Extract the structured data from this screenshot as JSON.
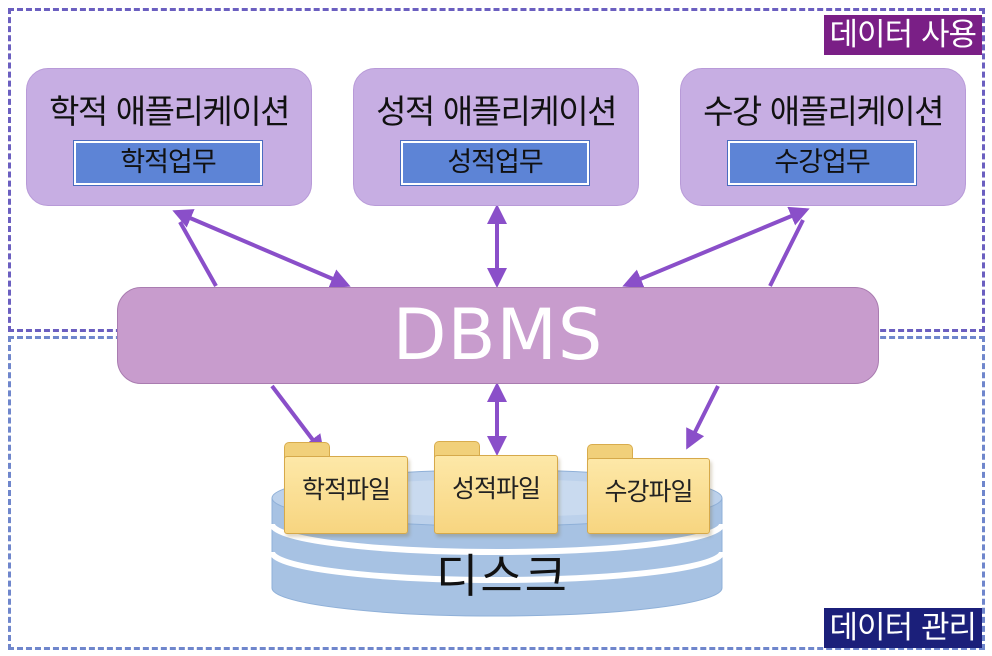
{
  "regions": {
    "usage_label": "데이터 사용",
    "management_label": "데이터 관리"
  },
  "applications": [
    {
      "title": "학적 애플리케이션",
      "task": "학적업무"
    },
    {
      "title": "성적 애플리케이션",
      "task": "성적업무"
    },
    {
      "title": "수강 애플리케이션",
      "task": "수강업무"
    }
  ],
  "dbms": {
    "label": "DBMS"
  },
  "files": [
    {
      "label": "학적파일"
    },
    {
      "label": "성적파일"
    },
    {
      "label": "수강파일"
    }
  ],
  "disk": {
    "label": "디스크"
  },
  "colors": {
    "usage_border": "#6b5fc0",
    "management_border": "#6f86cc",
    "usage_tag": "#7a1f86",
    "management_tag": "#1b1f7a",
    "application_box": "#c7aee3",
    "task_box": "#5d84d6",
    "dbms_box": "#c89ccd",
    "arrow": "#8a4fc9",
    "disk": "#9fbde0",
    "folder": "#f7d580"
  }
}
